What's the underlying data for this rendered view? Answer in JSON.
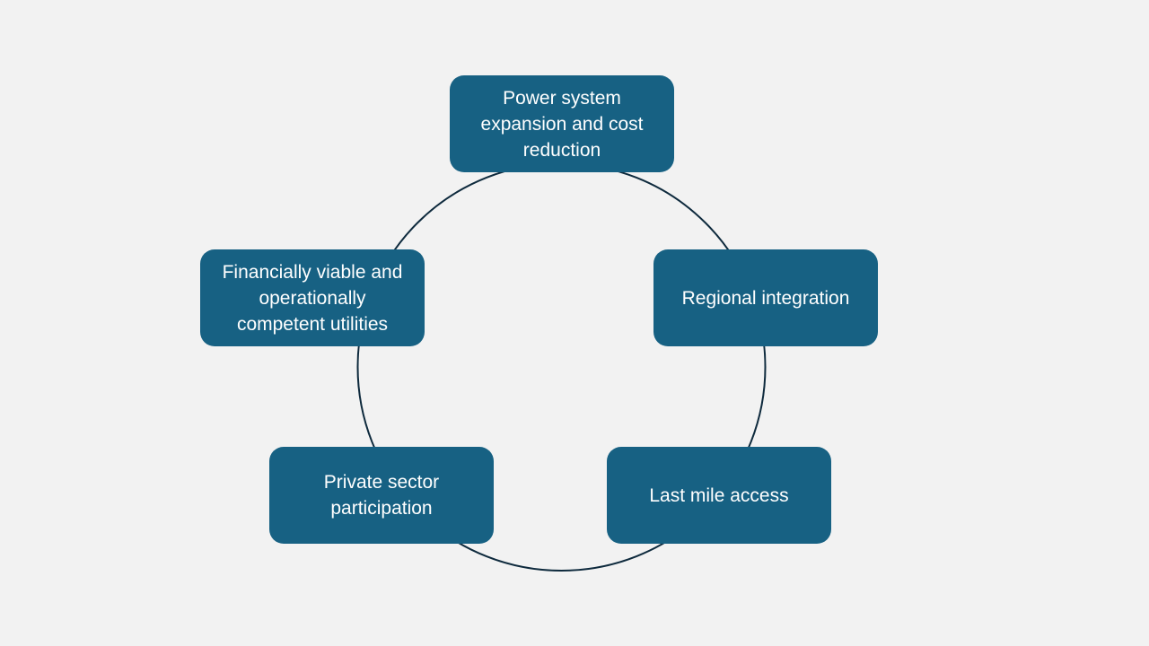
{
  "colors": {
    "background": "#f2f2f2",
    "node_fill": "#176183",
    "node_text": "#ffffff",
    "ring_stroke": "#0e2a3d"
  },
  "cycle": {
    "nodes": [
      {
        "id": "node-top",
        "label": "Power system expansion and cost reduction"
      },
      {
        "id": "node-right",
        "label": "Regional integration"
      },
      {
        "id": "node-bottom-right",
        "label": "Last mile access"
      },
      {
        "id": "node-bottom-left",
        "label": "Private sector participation"
      },
      {
        "id": "node-left",
        "label": "Financially viable and operationally competent utilities"
      }
    ]
  }
}
